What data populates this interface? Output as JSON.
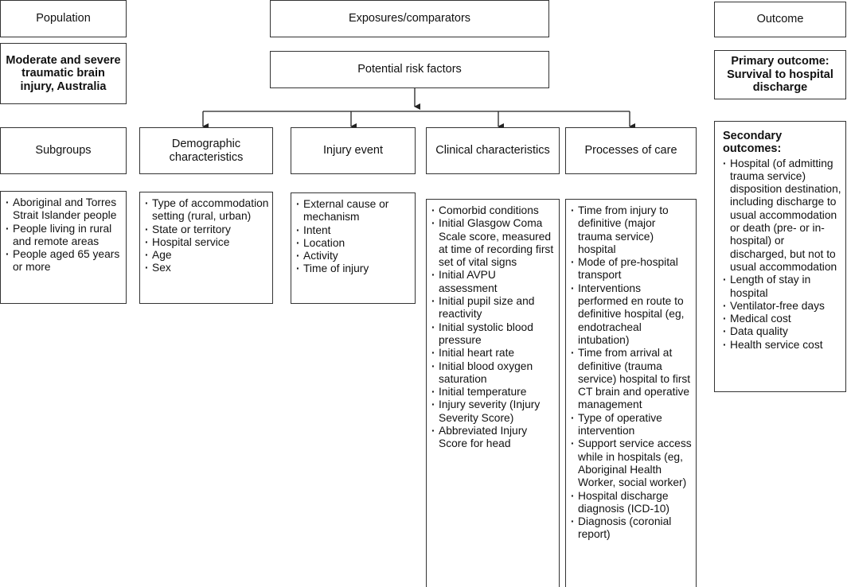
{
  "population": {
    "header": "Population",
    "main": "Moderate and severe traumatic brain injury, Australia",
    "subgroups_header": "Subgroups",
    "subgroups": [
      "Aboriginal and Torres Strait Islander people",
      "People living in rural and remote areas",
      "People aged 65 years or more"
    ]
  },
  "exposures": {
    "header": "Exposures/comparators",
    "main": "Potential risk factors",
    "categories": [
      {
        "title": "Demographic characteristics",
        "items": [
          "Type of accommodation setting (rural, urban)",
          "State or territory",
          "Hospital service",
          "Age",
          "Sex"
        ]
      },
      {
        "title": "Injury event",
        "items": [
          "External cause or mechanism",
          "Intent",
          "Location",
          "Activity",
          "Time of injury"
        ]
      },
      {
        "title": "Clinical characteristics",
        "items": [
          "Comorbid conditions",
          "Initial Glasgow Coma Scale score, measured at time of recording first set of vital signs",
          "Initial AVPU assessment",
          "Initial pupil size and reactivity",
          "Initial systolic blood pressure",
          "Initial heart rate",
          "Initial blood oxygen saturation",
          "Initial temperature",
          "Injury severity (Injury Severity Score)",
          "Abbreviated Injury Score for head"
        ]
      },
      {
        "title": "Processes of care",
        "items": [
          "Time from injury to definitive (major trauma service) hospital",
          "Mode of pre-hospital transport",
          "Interventions performed en route to definitive hospital (eg, endotracheal intubation)",
          "Time from arrival at definitive (trauma service) hospital to first CT brain and operative management",
          "Type of operative intervention",
          "Support service access while in hospitals (eg, Aboriginal Health Worker, social worker)",
          "Hospital discharge diagnosis (ICD-10)",
          "Diagnosis (coronial report)"
        ]
      }
    ]
  },
  "outcome": {
    "header": "Outcome",
    "primary": "Primary outcome: Survival to hospital discharge",
    "secondary_title": "Secondary outcomes:",
    "secondary": [
      "Hospital (of admitting trauma service) disposition destination, including discharge to usual accommodation or death (pre- or in-hospital) or discharged, but not to usual accommodation",
      "Length of stay in hospital",
      "Ventilator-free days",
      "Medical cost",
      "Data quality",
      "Health service cost"
    ]
  }
}
